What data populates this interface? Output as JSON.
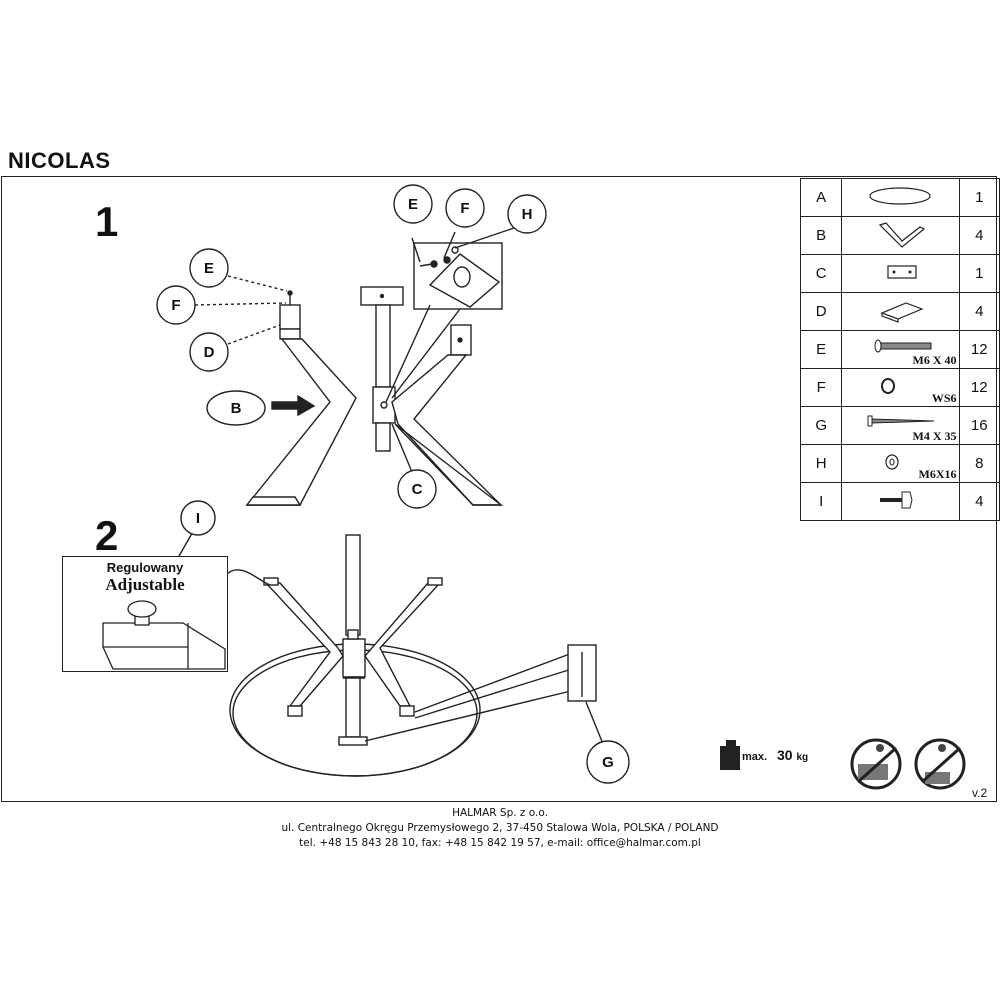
{
  "title": "NICOLAS",
  "steps": {
    "one": "1",
    "two": "2"
  },
  "callouts": {
    "e": "E",
    "f": "F",
    "d": "D",
    "b": "B",
    "c": "C",
    "e2": "E",
    "f2": "F",
    "h": "H",
    "i": "I",
    "g": "G"
  },
  "adjustable": {
    "pl": "Regulowany",
    "en": "Adjustable"
  },
  "parts": [
    {
      "letter": "A",
      "qty": "1",
      "icon": "oval-tabletop-icon"
    },
    {
      "letter": "B",
      "qty": "4",
      "icon": "leg-bracket-icon"
    },
    {
      "letter": "C",
      "qty": "1",
      "icon": "center-plate-icon"
    },
    {
      "letter": "D",
      "qty": "4",
      "icon": "wood-block-icon"
    },
    {
      "letter": "E",
      "qty": "12",
      "icon": "bolt-icon",
      "spec": "M6 X 40"
    },
    {
      "letter": "F",
      "qty": "12",
      "icon": "spring-washer-icon",
      "spec": "WS6"
    },
    {
      "letter": "G",
      "qty": "16",
      "icon": "wood-screw-icon",
      "spec": "M4 X 35"
    },
    {
      "letter": "H",
      "qty": "8",
      "icon": "flat-washer-icon",
      "spec": "M6X16"
    },
    {
      "letter": "I",
      "qty": "4",
      "icon": "adjustable-foot-icon"
    }
  ],
  "load": {
    "label": "max.",
    "value": "30",
    "unit": "kg"
  },
  "version": "v.2",
  "footer": {
    "company": "HALMAR Sp. z o.o.",
    "address": "ul. Centralnego Okręgu Przemysłowego 2, 37-450 Stalowa Wola, POLSKA / POLAND",
    "contact": "tel. +48 15 843 28 10, fax: +48 15 842 19 57, e-mail: office@halmar.com.pl"
  }
}
